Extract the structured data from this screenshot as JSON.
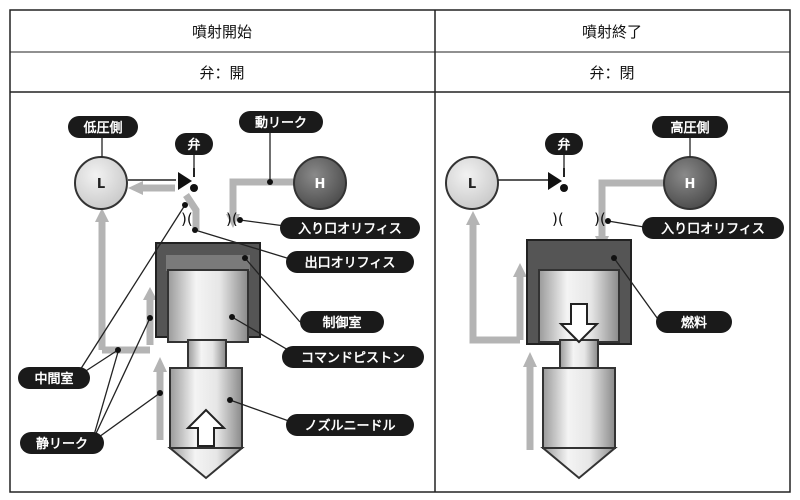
{
  "left_panel": {
    "title": "噴射開始",
    "valve_state": "弁：開",
    "labels": {
      "low_pressure_side": "低圧側",
      "valve": "弁",
      "dynamic_leak": "動リーク",
      "inlet_orifice": "入り口オリフィス",
      "outlet_orifice": "出口オリフィス",
      "control_chamber": "制御室",
      "command_piston": "コマンドピストン",
      "nozzle_needle": "ノズルニードル",
      "intermediate_chamber": "中間室",
      "static_leak": "静リーク",
      "L": "L",
      "H": "H"
    }
  },
  "right_panel": {
    "title": "噴射終了",
    "valve_state": "弁：閉",
    "labels": {
      "high_pressure_side": "高圧側",
      "valve": "弁",
      "inlet_orifice": "入り口オリフィス",
      "fuel": "燃料",
      "L": "L",
      "H": "H"
    }
  }
}
